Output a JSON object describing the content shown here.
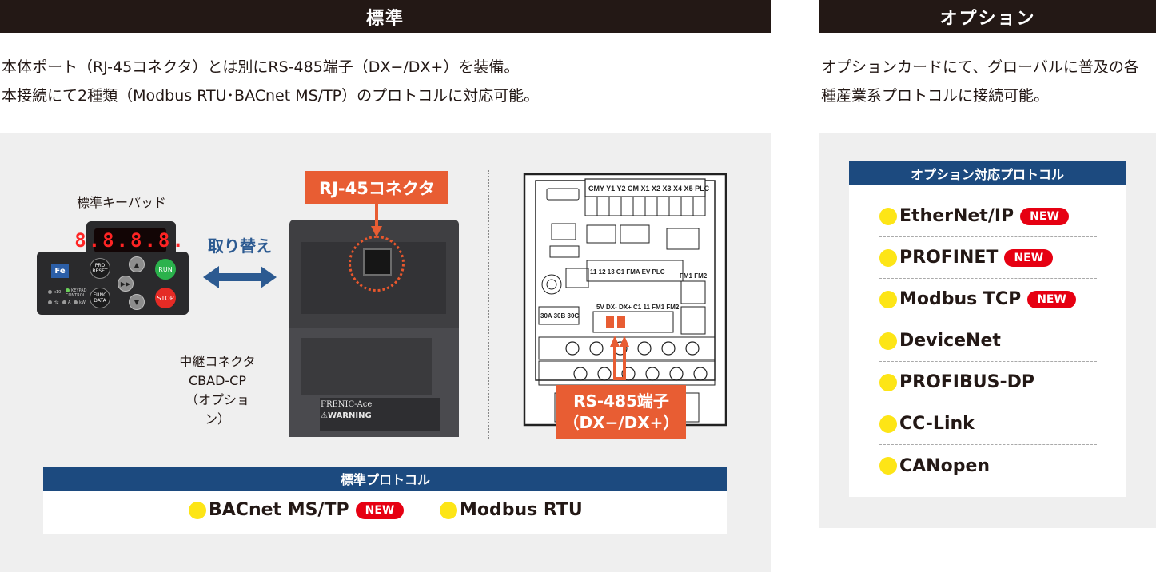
{
  "standard": {
    "header": "標準",
    "description": [
      "本体ポート（RJ-45コネクタ）とは別にRS-485端子（DX−/DX+）を装備。",
      "本接続にて2種類（Modbus RTU･BACnet MS/TP）のプロトコルに対応可能。"
    ],
    "keypad_label": "標準キーパッド",
    "keypad": {
      "display": "8.8.8.8.",
      "logo": "Fe",
      "buttons": {
        "pro_reset": "PRO RESET",
        "func_data": "FUNC DATA",
        "run": "RUN",
        "stop": "STOP",
        "up": "▲",
        "down": "▼",
        "shift": "▶▶"
      },
      "leds": {
        "x10": "x10",
        "keypad_control": "KEYPAD CONTROL",
        "hz": "Hz",
        "a": "A",
        "kw": "kW"
      }
    },
    "swap_label": "取り替え",
    "relay_label": [
      "中継コネクタ",
      "CBAD-CP",
      "（オプション）"
    ],
    "inverter": {
      "brand": "FRENIC-Ace",
      "warning": "⚠WARNING"
    },
    "rj45_callout": "RJ-45コネクタ",
    "rs485_callout": [
      "RS-485端子",
      "（DX−/DX+）"
    ],
    "terminal_labels": {
      "top_row": "CMY Y1 Y2 CM X1 X2 X3 X4 X5 PLC",
      "mid_row": "11 12 13 C1 FMA EV PLC",
      "fm_row": "FM1 FM2",
      "bottom_row": "5V DX- DX+ C1 11 FM1 FM2",
      "relay_row": "30A 30B 30C"
    },
    "protocol_title": "標準プロトコル",
    "protocols": [
      {
        "name": "BACnet MS/TP",
        "badge": "NEW"
      },
      {
        "name": "Modbus RTU",
        "badge": ""
      }
    ]
  },
  "option": {
    "header": "オプション",
    "description": [
      "オプションカードにて、グローバルに普及の各",
      "種産業系プロトコルに接続可能。"
    ],
    "protocol_title": "オプション対応プロトコル",
    "protocols": [
      {
        "name": "EtherNet/IP",
        "badge": "NEW"
      },
      {
        "name": "PROFINET",
        "badge": "NEW"
      },
      {
        "name": "Modbus TCP",
        "badge": "NEW"
      },
      {
        "name": "DeviceNet",
        "badge": ""
      },
      {
        "name": "PROFIBUS-DP",
        "badge": ""
      },
      {
        "name": "CC-Link",
        "badge": ""
      },
      {
        "name": "CANopen",
        "badge": ""
      }
    ]
  },
  "colors": {
    "header_bg": "#231815",
    "panel_bg": "#efefef",
    "protocol_header_bg": "#1c4a7f",
    "callout": "#e85d33",
    "new_badge": "#e60012",
    "bullet": "#fde516",
    "swap_arrow": "#2c5a91"
  }
}
